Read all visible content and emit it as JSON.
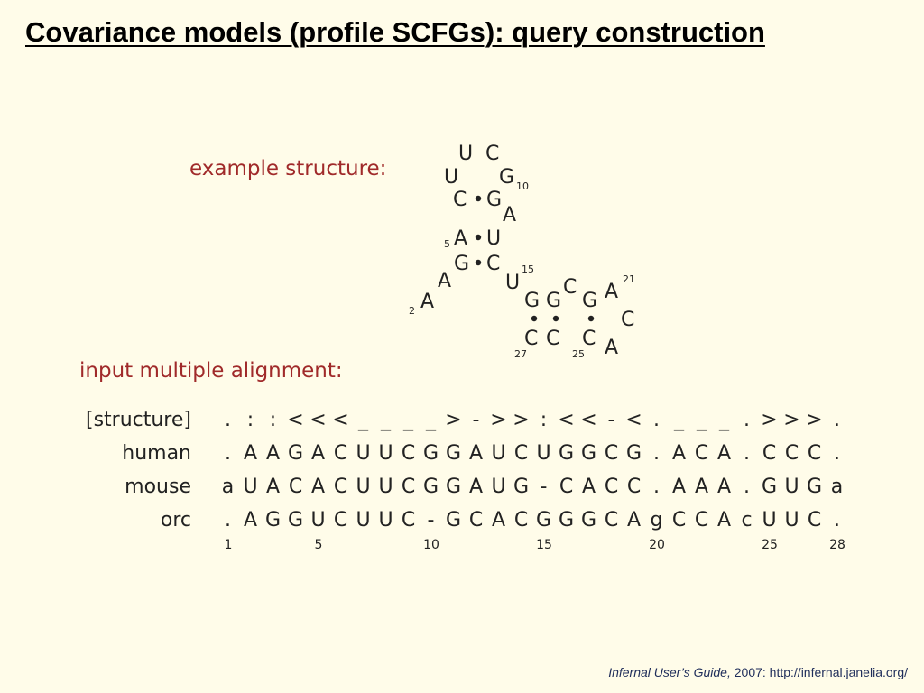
{
  "title": "Covariance models (profile SCFGs): query construction",
  "labels": {
    "example_structure": "example structure:",
    "input_alignment": "input multiple alignment:"
  },
  "structure": {
    "nucleotides": [
      "U",
      "C",
      "U",
      "G",
      "C",
      "G",
      "A",
      "A",
      "U",
      "G",
      "C",
      "A",
      "U",
      "A",
      "G",
      "G",
      "C",
      "G",
      "A",
      "C",
      "C",
      "C",
      "C",
      "A"
    ],
    "position_numbers": [
      "10",
      "5",
      "15",
      "2",
      "21",
      "27",
      "25"
    ]
  },
  "alignment": {
    "rows": [
      {
        "label": "[structure]",
        "cells": [
          ".",
          ":",
          ":",
          "<",
          "<",
          "<",
          "_",
          "_",
          "_",
          "_",
          ">",
          "-",
          ">",
          ">",
          ":",
          "<",
          "<",
          "-",
          "<",
          ".",
          "_",
          "_",
          "_",
          ".",
          ">",
          ">",
          ">",
          "."
        ]
      },
      {
        "label": "human",
        "cells": [
          ".",
          "A",
          "A",
          "G",
          "A",
          "C",
          "U",
          "U",
          "C",
          "G",
          "G",
          "A",
          "U",
          "C",
          "U",
          "G",
          "G",
          "C",
          "G",
          ".",
          "A",
          "C",
          "A",
          ".",
          "C",
          "C",
          "C",
          "."
        ]
      },
      {
        "label": "mouse",
        "cells": [
          "a",
          "U",
          "A",
          "C",
          "A",
          "C",
          "U",
          "U",
          "C",
          "G",
          "G",
          "A",
          "U",
          "G",
          "-",
          "C",
          "A",
          "C",
          "C",
          ".",
          "A",
          "A",
          "A",
          ".",
          "G",
          "U",
          "G",
          "a"
        ]
      },
      {
        "label": "orc",
        "cells": [
          ".",
          "A",
          "G",
          "G",
          "U",
          "C",
          "U",
          "U",
          "C",
          "-",
          "G",
          "C",
          "A",
          "C",
          "G",
          "G",
          "G",
          "C",
          "A",
          "g",
          "C",
          "C",
          "A",
          "c",
          "U",
          "U",
          "C",
          "."
        ]
      }
    ],
    "positions": [
      {
        "pos": 1,
        "label": "1"
      },
      {
        "pos": 5,
        "label": "5"
      },
      {
        "pos": 10,
        "label": "10"
      },
      {
        "pos": 15,
        "label": "15"
      },
      {
        "pos": 20,
        "label": "20"
      },
      {
        "pos": 25,
        "label": "25"
      },
      {
        "pos": 28,
        "label": "28"
      }
    ]
  },
  "citation": {
    "source": "Infernal User’s Guide,",
    "rest": " 2007: http://infernal.janelia.org/"
  }
}
